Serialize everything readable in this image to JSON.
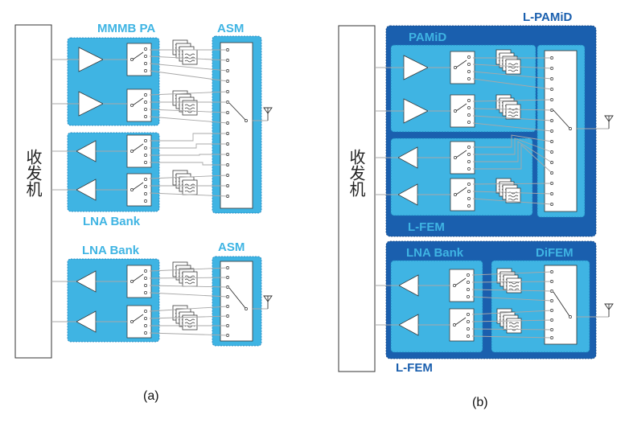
{
  "panel_a": {
    "transceiver_label": "收发机",
    "mmmb_pa_label": "MMMB PA",
    "asm_label_top": "ASM",
    "lna_bank_label_mid": "LNA Bank",
    "lna_bank_label_bottom": "LNA Bank",
    "asm_label_bottom": "ASM",
    "caption": "(a)"
  },
  "panel_b": {
    "transceiver_label": "收发机",
    "l_pamid_label": "L-PAMiD",
    "pamid_label": "PAMiD",
    "l_fem_inner_label": "L-FEM",
    "lna_bank_label": "LNA Bank",
    "difem_label": "DiFEM",
    "l_fem_outer_label": "L-FEM",
    "caption": "(b)"
  },
  "colors": {
    "light_block": "#3fb4e3",
    "dark_block": "#1a5fae",
    "label_light": "#3fb4e3",
    "label_dark": "#1a5fae",
    "wire": "#a8a8a8"
  }
}
